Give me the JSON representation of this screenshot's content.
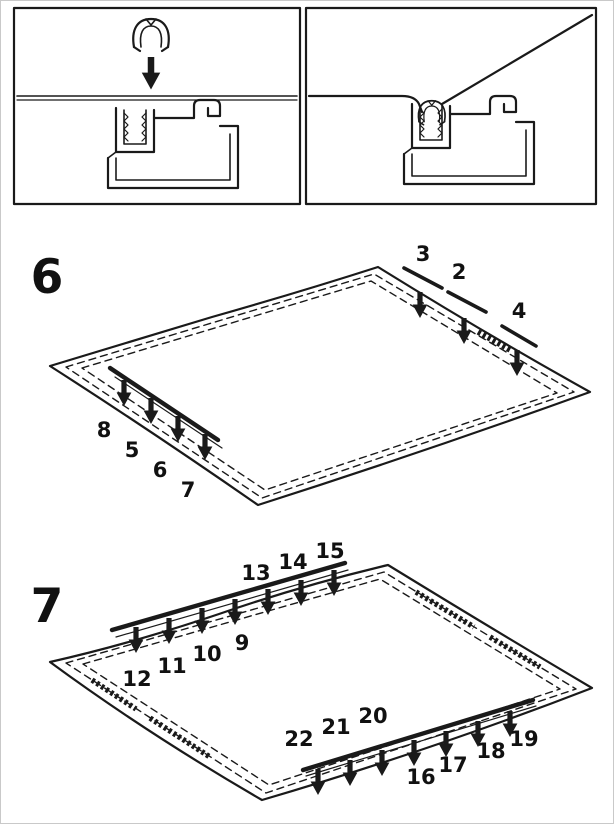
{
  "colors": {
    "ink": "#1a1a1a",
    "paper": "#ffffff"
  },
  "detail_panels": {
    "left": {
      "icon": "clip-above-fabric-and-profile"
    },
    "right": {
      "icon": "clip-pressed-into-profile-with-fabric-edge"
    }
  },
  "steps": [
    {
      "number": "6",
      "callouts_top_right": [
        "3",
        "2",
        "4"
      ],
      "callouts_bottom_left": [
        "8",
        "5",
        "6",
        "7"
      ]
    },
    {
      "number": "7",
      "callouts_above_top_rail": [
        "13",
        "14",
        "15"
      ],
      "callouts_below_top_rail": [
        "12",
        "11",
        "10",
        "9"
      ],
      "callouts_above_bottom_rail": [
        "22",
        "21",
        "20"
      ],
      "callouts_below_bottom_rail": [
        "16",
        "17",
        "18",
        "19"
      ]
    }
  ]
}
